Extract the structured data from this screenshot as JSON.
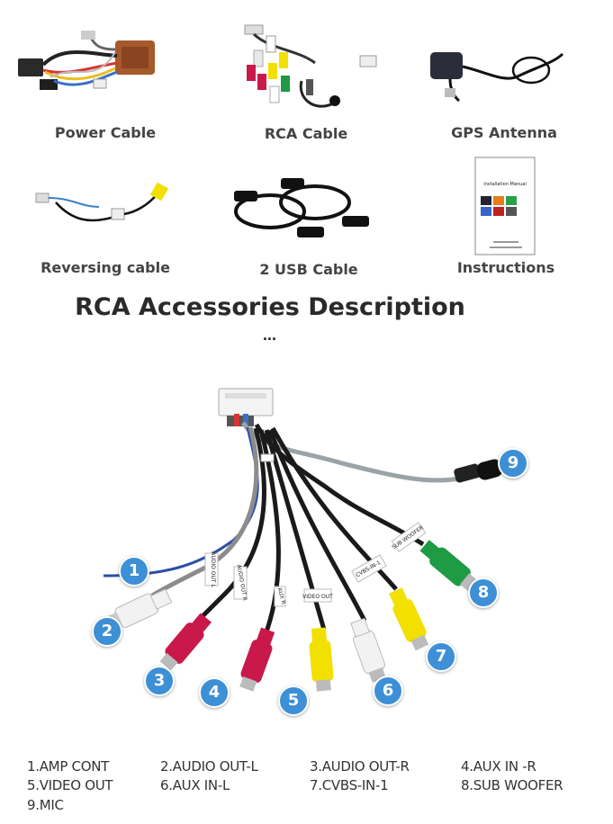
{
  "accessories": [
    {
      "label": "Power Cable",
      "icon": "power-cable-icon"
    },
    {
      "label": "RCA Cable",
      "icon": "rca-cable-icon"
    },
    {
      "label": "GPS Antenna",
      "icon": "gps-antenna-icon"
    },
    {
      "label": "Reversing cable",
      "icon": "reversing-cable-icon"
    },
    {
      "label": "2 USB Cable",
      "icon": "usb-cable-icon"
    },
    {
      "label": "Instructions",
      "icon": "instructions-icon"
    }
  ],
  "section_title": "RCA Accessories Description",
  "ellipsis": "...",
  "manual_text": "Installation Manual",
  "wire_labels": {
    "audio_out_l": "AUDIO OUT L",
    "audio_out_r": "AUDIO OUT R",
    "aux_r": "AUX R",
    "video_out": "VIDEO OUT",
    "cvbs": "CVBS-IN-1",
    "sub_woofer": "SUB WOOFER"
  },
  "badges": [
    "1",
    "2",
    "3",
    "4",
    "5",
    "6",
    "7",
    "8",
    "9"
  ],
  "legend": [
    "1.AMP CONT",
    "2.AUDIO OUT-L",
    "3.AUDIO OUT-R",
    "4.AUX IN -R",
    "5.VIDEO OUT",
    "6.AUX IN-L",
    "7.CVBS-IN-1",
    "8.SUB WOOFER",
    "9.MIC"
  ],
  "colors": {
    "badge": "#3d8fd6",
    "rca_white": "#f2f2f2",
    "rca_red": "#c8194a",
    "rca_yellow": "#f1e000",
    "rca_green": "#1f9a45",
    "wire_black": "#1a1a1a",
    "wire_blue": "#2b4fa8",
    "wire_gray": "#9aa3a8"
  }
}
